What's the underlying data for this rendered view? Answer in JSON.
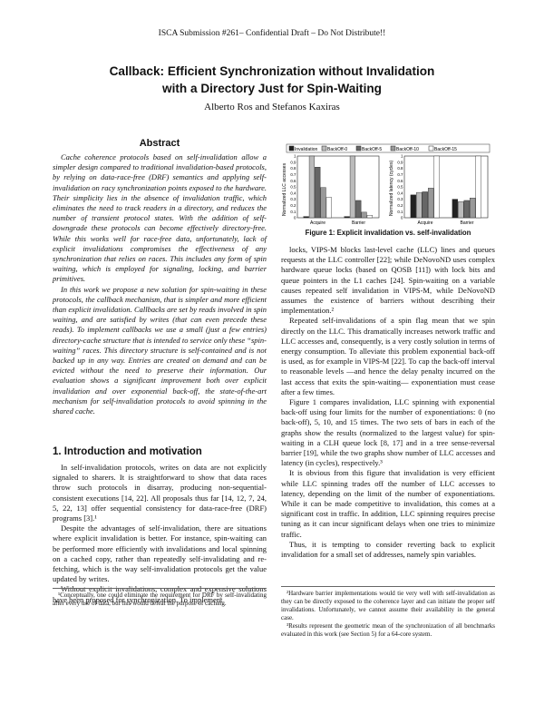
{
  "header": {
    "text": "ISCA Submission #261– Confidential Draft – Do Not Distribute!!"
  },
  "title": {
    "line1": "Callback: Efficient Synchronization without Invalidation",
    "line2": "with a Directory Just for Spin-Waiting"
  },
  "authors": "Alberto Ros and Stefanos Kaxiras",
  "abstract": {
    "heading": "Abstract",
    "p1": "Cache coherence protocols based on self-invalidation allow a simpler design compared to traditional invalidation-based protocols, by relying on data-race-free (DRF) semantics and applying self-invalidation on racy synchronization points exposed to the hardware. Their simplicity lies in the absence of invalidation traffic, which eliminates the need to track readers in a directory, and reduces the number of transient protocol states. With the addition of self-downgrade these protocols can become effectively directory-free. While this works well for race-free data, unfortunately, lack of explicit invalidations compromises the effectiveness of any synchronization that relies on races. This includes any form of spin waiting, which is employed for signaling, locking, and barrier primitives.",
    "p2": "In this work we propose a new solution for spin-waiting in these protocols, the callback mechanism, that is simpler and more efficient than explicit invalidation. Callbacks are set by reads involved in spin waiting, and are satisfied by writes (that can even precede these reads). To implement callbacks we use a small (just a few entries) directory-cache structure that is intended to service only these “spin-waiting” races. This directory structure is self-contained and is not backed up in any way. Entries are created on demand and can be evicted without the need to preserve their information. Our evaluation shows a significant improvement both over explicit invalidation and over exponential back-off, the state-of-the-art mechanism for self-invalidation protocols to avoid spinning in the shared cache."
  },
  "section1": {
    "heading": "1. Introduction and motivation",
    "p1": "In self-invalidation protocols, writes on data are not explicitly signaled to sharers. It is straightforward to show that data races throw such protocols in disarray, producing non-sequential-consistent executions [14, 22]. All proposals thus far [14, 12, 7, 24, 5, 22, 13] offer sequential consistency for data-race-free (DRF) programs [3].¹",
    "p2": "Despite the advantages of self-invalidation, there are situations where explicit invalidation is better. For instance, spin-waiting can be performed more efficiently with invalidations and local spinning on a cached copy, rather than repeatedly self-invalidating and re-fetching, which is the way self-invalidation protocols get the value updated by writes.",
    "p3": "Without explicit invalidations, complex and expensive solutions have been proposed for synchronization. To implement"
  },
  "footnote_left": "¹Conceptually, one could eliminate the requirement for DRF by self-invalidating after every use of data, but this would defeat the purpose of caching.",
  "right_column": {
    "p1": "locks, VIPS-M blocks last-level cache (LLC) lines and queues requests at the LLC controller [22]; while DeNovoND uses complex hardware queue locks (based on QOSB [11]) with lock bits and queue pointers in the L1 caches [24]. Spin-waiting on a variable causes repeated self invalidation in VIPS-M, while DeNovoND assumes the existence of barriers without describing their implementation.²",
    "p2": "Repeated self-invalidations of a spin flag mean that we spin directly on the LLC. This dramatically increases network traffic and LLC accesses and, consequently, is a very costly solution in terms of energy consumption. To alleviate this problem exponential back-off is used, as for example in VIPS-M [22]. To cap the back-off interval to reasonable levels —and hence the delay penalty incurred on the last access that exits the spin-waiting— exponentiation must cease after a few times.",
    "p3": "Figure 1 compares invalidation, LLC spinning with exponential back-off using four limits for the number of exponentiations: 0 (no back-off), 5, 10, and 15 times. The two sets of bars in each of the graphs show the results (normalized to the largest value) for spin-waiting in a CLH queue lock [8, 17] and in a tree sense-reversal barrier [19], while the two graphs show number of LLC accesses and latency (in cycles), respectively.³",
    "p4": "It is obvious from this figure that invalidation is very efficient while LLC spinning trades off the number of LLC accesses to latency, depending on the limit of the number of exponentiations. While it can be made competitive to invalidation, this comes at a significant cost in traffic. In addition, LLC spinning requires precise tuning as it can incur significant delays when one tries to minimize traffic.",
    "p5": "Thus, it is tempting to consider reverting back to explicit invalidation for a small set of addresses, namely spin variables."
  },
  "footnotes_right": {
    "fn2": "²Hardware barrier implementations would tie very well with self-invalidation as they can be directly exposed to the coherence layer and can initiate the proper self invalidations. Unfortunately, we cannot assume their availability in the general case.",
    "fn3": "³Results represent the geometric mean of the synchronization of all benchmarks evaluated in this work (see Section 5) for a 64-core system."
  },
  "figure": {
    "caption": "Figure 1: Explicit invalidation vs. self-invalidation",
    "legend": [
      "Invalidation",
      "BackOff-0",
      "BackOff-5",
      "BackOff-10",
      "BackOff-15"
    ],
    "legend_colors": [
      "#222222",
      "#bbbbbb",
      "#666666",
      "#999999",
      "#ffffff"
    ],
    "y_ticks": [
      "0",
      "0.1",
      "0.2",
      "0.3",
      "0.4",
      "0.5",
      "0.6",
      "0.7",
      "0.8",
      "0.9",
      "1"
    ]
  },
  "chart_data": [
    {
      "type": "bar",
      "ylabel": "Normalized LLC accesses",
      "categories": [
        "Acquire",
        "Barrier"
      ],
      "ylim": [
        0,
        1
      ],
      "series": [
        {
          "name": "Invalidation",
          "values": [
            0.02,
            0.02
          ]
        },
        {
          "name": "BackOff-0",
          "values": [
            1.0,
            1.0
          ]
        },
        {
          "name": "BackOff-5",
          "values": [
            0.82,
            0.28
          ]
        },
        {
          "name": "BackOff-10",
          "values": [
            0.49,
            0.09
          ]
        },
        {
          "name": "BackOff-15",
          "values": [
            0.33,
            0.04
          ]
        }
      ]
    },
    {
      "type": "bar",
      "ylabel": "Normalized latency (cycles)",
      "categories": [
        "Acquire",
        "Barrier"
      ],
      "ylim": [
        0,
        1
      ],
      "series": [
        {
          "name": "Invalidation",
          "values": [
            0.37,
            0.3
          ]
        },
        {
          "name": "BackOff-0",
          "values": [
            0.41,
            0.26
          ]
        },
        {
          "name": "BackOff-5",
          "values": [
            0.42,
            0.28
          ]
        },
        {
          "name": "BackOff-10",
          "values": [
            0.48,
            0.32
          ]
        },
        {
          "name": "BackOff-15",
          "values": [
            1.0,
            1.0
          ]
        }
      ]
    }
  ]
}
